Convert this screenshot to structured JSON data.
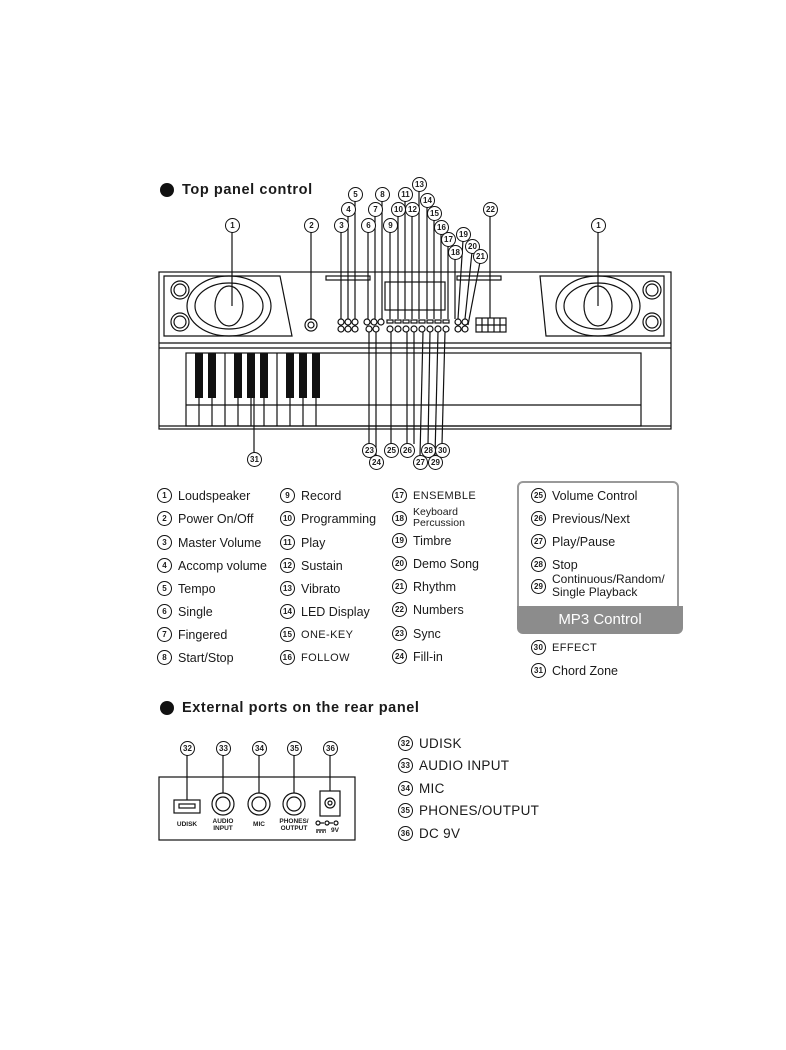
{
  "top_panel": {
    "title": "Top panel control",
    "callout_numbers": [
      "1",
      "2",
      "3",
      "4",
      "5",
      "6",
      "7",
      "8",
      "9",
      "10",
      "11",
      "12",
      "13",
      "14",
      "15",
      "16",
      "17",
      "18",
      "19",
      "20",
      "21",
      "22",
      "23",
      "24",
      "25",
      "26",
      "27",
      "28",
      "29",
      "30",
      "31"
    ]
  },
  "legend_col1": [
    {
      "n": "1",
      "label": "Loudspeaker"
    },
    {
      "n": "2",
      "label": "Power On/Off"
    },
    {
      "n": "3",
      "label": "Master Volume"
    },
    {
      "n": "4",
      "label": "Accomp volume"
    },
    {
      "n": "5",
      "label": "Tempo"
    },
    {
      "n": "6",
      "label": "Single"
    },
    {
      "n": "7",
      "label": "Fingered"
    },
    {
      "n": "8",
      "label": "Start/Stop"
    }
  ],
  "legend_col2": [
    {
      "n": "9",
      "label": "Record"
    },
    {
      "n": "10",
      "label": "Programming"
    },
    {
      "n": "11",
      "label": "Play"
    },
    {
      "n": "12",
      "label": "Sustain"
    },
    {
      "n": "13",
      "label": "Vibrato"
    },
    {
      "n": "14",
      "label": "LED Display"
    },
    {
      "n": "15",
      "label": "ONE-KEY"
    },
    {
      "n": "16",
      "label": "FOLLOW"
    }
  ],
  "legend_col3": [
    {
      "n": "17",
      "label": "ENSEMBLE"
    },
    {
      "n": "18",
      "label": "Keyboard",
      "label2": "Percussion"
    },
    {
      "n": "19",
      "label": "Timbre"
    },
    {
      "n": "20",
      "label": "Demo Song"
    },
    {
      "n": "21",
      "label": "Rhythm"
    },
    {
      "n": "22",
      "label": "Numbers"
    },
    {
      "n": "23",
      "label": "Sync"
    },
    {
      "n": "24",
      "label": "Fill-in"
    }
  ],
  "mp3": {
    "title": "MP3 Control",
    "items": [
      {
        "n": "25",
        "label": "Volume Control"
      },
      {
        "n": "26",
        "label": "Previous/Next"
      },
      {
        "n": "27",
        "label": "Play/Pause"
      },
      {
        "n": "28",
        "label": "Stop"
      },
      {
        "n": "29",
        "label": "Continuous/Random/",
        "label2": "Single Playback"
      }
    ]
  },
  "extra": [
    {
      "n": "30",
      "label": "EFFECT"
    },
    {
      "n": "31",
      "label": "Chord Zone"
    }
  ],
  "rear_panel": {
    "title": "External ports on the rear panel",
    "ports": [
      {
        "n": "32",
        "short": "UDISK",
        "short2": ""
      },
      {
        "n": "33",
        "short": "AUDIO",
        "short2": "INPUT"
      },
      {
        "n": "34",
        "short": "MIC",
        "short2": ""
      },
      {
        "n": "35",
        "short": "PHONES/",
        "short2": "OUTPUT"
      },
      {
        "n": "36",
        "short": "9V",
        "short2": ""
      }
    ],
    "legend": [
      {
        "n": "32",
        "label": "UDISK"
      },
      {
        "n": "33",
        "label": "AUDIO INPUT"
      },
      {
        "n": "34",
        "label": "MIC"
      },
      {
        "n": "35",
        "label": "PHONES/OUTPUT"
      },
      {
        "n": "36",
        "label": "DC 9V"
      }
    ]
  }
}
